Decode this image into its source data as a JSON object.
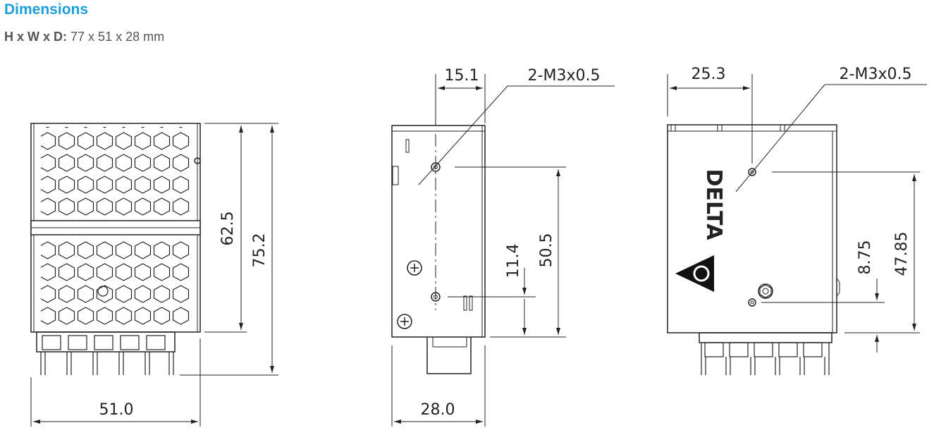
{
  "header": {
    "title": "Dimensions",
    "dims_label": "H x W x D:",
    "dims_value": "77 x 51 x 28 mm"
  },
  "front_view": {
    "width": "51.0",
    "height_body": "62.5",
    "height_total": "75.2"
  },
  "side_view": {
    "depth": "28.0",
    "hole_offset": "15.1",
    "screw_spec": "2-M3x0.5",
    "bottom_offset": "11.4",
    "hole_spacing": "50.5"
  },
  "back_view": {
    "hole_offset": "25.3",
    "screw_spec": "2-M3x0.5",
    "bottom_offset": "8.75",
    "hole_spacing": "47.85",
    "logo_text": "DELTA"
  },
  "colors": {
    "title": "#1a9fd9",
    "text": "#555555",
    "line": "#222222"
  }
}
